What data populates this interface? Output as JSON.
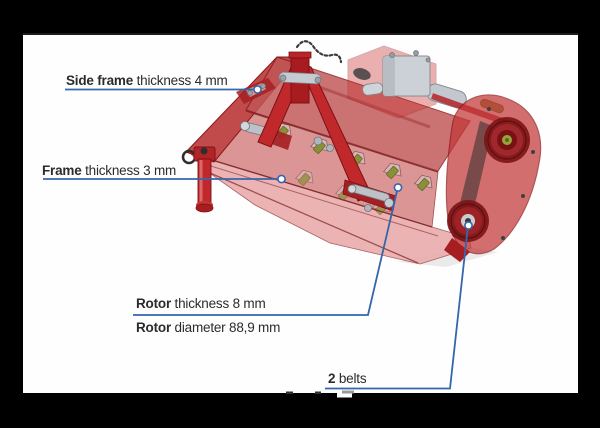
{
  "page": {
    "background": "#000000",
    "panel_background": "#fefefe"
  },
  "colors": {
    "annotation_blue": "#3566ab",
    "label_text": "#2b2b2b",
    "machine_red_solid": "#c0282c",
    "machine_red_dark": "#8c1518",
    "machine_pink": "#eaabab",
    "gearbox_gray": "#ccd1d7",
    "flail_olive": "#8a8f3a"
  },
  "diagram": {
    "subject": "Flail mower CAD model with transparent red housing",
    "annotations": {
      "side_frame": {
        "bold": "Side frame",
        "rest": " thickness 4 mm"
      },
      "frame": {
        "bold": "Frame",
        "rest": " thickness 3 mm"
      },
      "rotor_thickness": {
        "bold": "Rotor",
        "rest": " thickness 8 mm"
      },
      "rotor_diameter": {
        "bold": "Rotor",
        "rest": " diameter 88,9 mm"
      },
      "belts": {
        "bold": "2",
        "rest": " belts"
      }
    }
  }
}
